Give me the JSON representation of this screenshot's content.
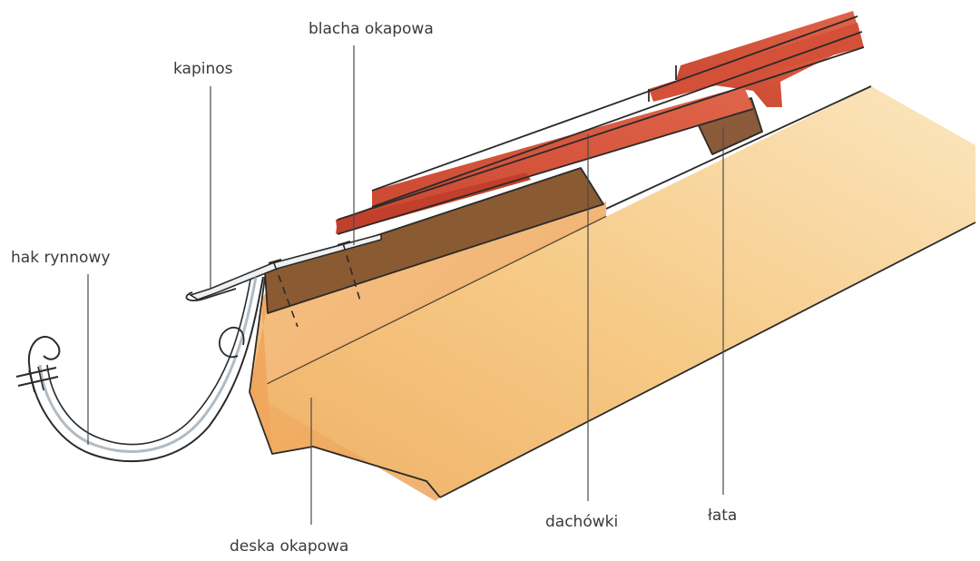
{
  "labels": {
    "blacha": "blacha okapowa",
    "kapinos": "kapinos",
    "hak": "hak rynnowy",
    "deska": "deska okapowa",
    "dachowki": "dachówki",
    "lata": "łata"
  },
  "colors": {
    "rafter_light": "#f6cf8a",
    "rafter_mid": "#efb66a",
    "board_front": "#f0a85e",
    "board_dark": "#8a5a32",
    "batten": "#8b5a3a",
    "tile_red": "#d8563c",
    "tile_dark": "#b53b27",
    "metal": "#e9ecef",
    "leader_line": "#4a4a4a"
  }
}
